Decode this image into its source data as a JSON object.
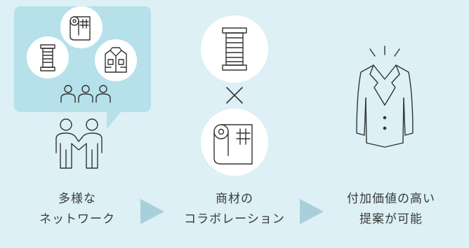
{
  "colors": {
    "background": "#dcf0f5",
    "bubble": "#b6e0ea",
    "circle": "#ffffff",
    "stroke": "#333333",
    "arrow": "#a9cfdb"
  },
  "steps": [
    {
      "line1": "多様な",
      "line2": "ネットワーク"
    },
    {
      "line1": "商材の",
      "line2": "コラボレーション"
    },
    {
      "line1": "付加価値の高い",
      "line2": "提案が可能"
    }
  ],
  "operator": "×",
  "icons": [
    "handshake-people-icon",
    "people-group-icon",
    "thread-spool-icon",
    "fabric-roll-icon",
    "shirt-icon",
    "suit-jacket-icon",
    "triangle-arrow-icon"
  ]
}
